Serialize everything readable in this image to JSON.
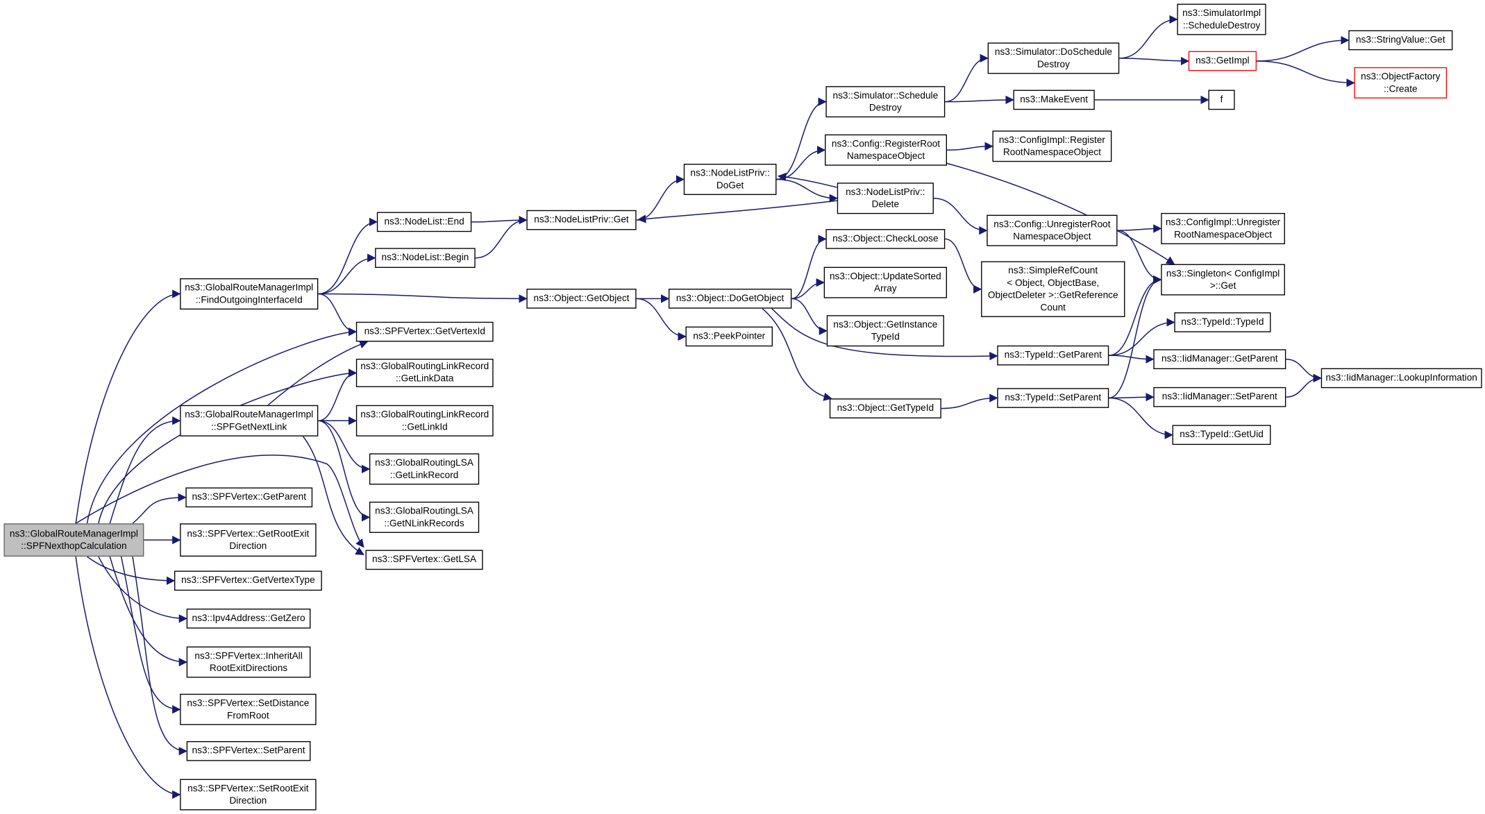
{
  "graph": {
    "edge_color": "#191970",
    "root_fill": "#bfbfbf",
    "truncated_border": "#ff0000",
    "nodes": [
      {
        "id": "root",
        "label": "ns3::GlobalRouteManagerImpl\n::SPFNexthopCalculation",
        "style": "root"
      },
      {
        "id": "findOut",
        "label": "ns3::GlobalRouteManagerImpl\n::FindOutgoingInterfaceId"
      },
      {
        "id": "getVertexId",
        "label": "ns3::SPFVertex::GetVertexId"
      },
      {
        "id": "linkData",
        "label": "ns3::GlobalRoutingLinkRecord\n::GetLinkData"
      },
      {
        "id": "spfNext",
        "label": "ns3::GlobalRouteManagerImpl\n::SPFGetNextLink"
      },
      {
        "id": "linkId",
        "label": "ns3::GlobalRoutingLinkRecord\n::GetLinkId"
      },
      {
        "id": "getLinkRecord",
        "label": "ns3::GlobalRoutingLSA\n::GetLinkRecord"
      },
      {
        "id": "getNLink",
        "label": "ns3::GlobalRoutingLSA\n::GetNLinkRecords"
      },
      {
        "id": "getLSA",
        "label": "ns3::SPFVertex::GetLSA"
      },
      {
        "id": "getParentV",
        "label": "ns3::SPFVertex::GetParent"
      },
      {
        "id": "getRootExit",
        "label": "ns3::SPFVertex::GetRootExit\nDirection"
      },
      {
        "id": "getVertexType",
        "label": "ns3::SPFVertex::GetVertexType"
      },
      {
        "id": "ipv4Zero",
        "label": "ns3::Ipv4Address::GetZero"
      },
      {
        "id": "inherit",
        "label": "ns3::SPFVertex::InheritAll\nRootExitDirections"
      },
      {
        "id": "setDist",
        "label": "ns3::SPFVertex::SetDistance\nFromRoot"
      },
      {
        "id": "setParentV",
        "label": "ns3::SPFVertex::SetParent"
      },
      {
        "id": "setRootExit",
        "label": "ns3::SPFVertex::SetRootExit\nDirection"
      },
      {
        "id": "nlEnd",
        "label": "ns3::NodeList::End"
      },
      {
        "id": "nlBegin",
        "label": "ns3::NodeList::Begin"
      },
      {
        "id": "nlpGet",
        "label": "ns3::NodeListPriv::Get"
      },
      {
        "id": "objGetObject",
        "label": "ns3::Object::GetObject"
      },
      {
        "id": "peek",
        "label": "ns3::PeekPointer"
      },
      {
        "id": "doGetObject",
        "label": "ns3::Object::DoGetObject"
      },
      {
        "id": "nlpDoGet",
        "label": "ns3::NodeListPriv::\nDoGet"
      },
      {
        "id": "simSched",
        "label": "ns3::Simulator::Schedule\nDestroy"
      },
      {
        "id": "regRoot",
        "label": "ns3::Config::RegisterRoot\nNamespaceObject"
      },
      {
        "id": "nlpDelete",
        "label": "ns3::NodeListPriv::\nDelete"
      },
      {
        "id": "checkLoose",
        "label": "ns3::Object::CheckLoose"
      },
      {
        "id": "updSorted",
        "label": "ns3::Object::UpdateSorted\nArray"
      },
      {
        "id": "getInstTid",
        "label": "ns3::Object::GetInstance\nTypeId"
      },
      {
        "id": "getTypeId",
        "label": "ns3::Object::GetTypeId"
      },
      {
        "id": "simDoSched",
        "label": "ns3::Simulator::DoSchedule\nDestroy"
      },
      {
        "id": "makeEvent",
        "label": "ns3::MakeEvent"
      },
      {
        "id": "cfgImplReg",
        "label": "ns3::ConfigImpl::Register\nRootNamespaceObject"
      },
      {
        "id": "unregRoot",
        "label": "ns3::Config::UnregisterRoot\nNamespaceObject"
      },
      {
        "id": "refCount",
        "label": "ns3::SimpleRefCount\n< Object, ObjectBase,\nObjectDeleter >::GetReference\nCount"
      },
      {
        "id": "tidGetParent",
        "label": "ns3::TypeId::GetParent"
      },
      {
        "id": "tidSetParent",
        "label": "ns3::TypeId::SetParent"
      },
      {
        "id": "simImplSched",
        "label": "ns3::SimulatorImpl\n::ScheduleDestroy"
      },
      {
        "id": "getImpl",
        "label": "ns3::GetImpl",
        "style": "truncated"
      },
      {
        "id": "f",
        "label": "f"
      },
      {
        "id": "cfgImplUnreg",
        "label": "ns3::ConfigImpl::Unregister\nRootNamespaceObject"
      },
      {
        "id": "singleton",
        "label": "ns3::Singleton< ConfigImpl\n>::Get"
      },
      {
        "id": "tidTypeId",
        "label": "ns3::TypeId::TypeId"
      },
      {
        "id": "iidGetParent",
        "label": "ns3::IidManager::GetParent"
      },
      {
        "id": "iidSetParent",
        "label": "ns3::IidManager::SetParent"
      },
      {
        "id": "tidGetUid",
        "label": "ns3::TypeId::GetUid"
      },
      {
        "id": "strGet",
        "label": "ns3::StringValue::Get"
      },
      {
        "id": "objFactory",
        "label": "ns3::ObjectFactory\n::Create",
        "style": "truncated"
      },
      {
        "id": "iidLookup",
        "label": "ns3::IidManager::LookupInformation"
      }
    ]
  }
}
